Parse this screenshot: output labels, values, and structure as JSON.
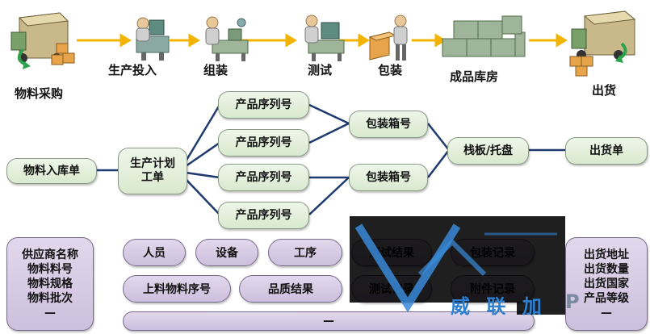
{
  "process": {
    "steps": [
      {
        "label": "物料采购",
        "icon": "delivery-truck-icon"
      },
      {
        "label": "生产投入",
        "icon": "worker-desk-icon"
      },
      {
        "label": "组装",
        "icon": "assembly-worker-icon"
      },
      {
        "label": "测试",
        "icon": "tester-icon"
      },
      {
        "label": "包装",
        "icon": "packing-worker-icon"
      },
      {
        "label": "成品库房",
        "icon": "warehouse-boxes-icon"
      },
      {
        "label": "出货",
        "icon": "shipping-truck-icon"
      }
    ],
    "arrow_color": "#f2b400"
  },
  "trace_tree": {
    "material_in": "物料入库单",
    "work_order": "生产计划\n工单",
    "serials": [
      "产品序列号",
      "产品序列号",
      "产品序列号",
      "产品序列号"
    ],
    "cartons": [
      "包装箱号",
      "包装箱号"
    ],
    "pallet": "栈板/托盘",
    "shipment": "出货单",
    "line_color": "#1f3a6e"
  },
  "info": {
    "supplier_box": [
      "供应商名称",
      "物料料号",
      "物料规格",
      "物料批次",
      "—"
    ],
    "pills": {
      "personnel": "人员",
      "equipment": "设备",
      "process": "工序",
      "material_serial": "上料物料序号",
      "quality": "品质结果",
      "test_result": "测试结果",
      "test_record": "测试记录",
      "pack_record": "包装记录",
      "material_record": "附件记录",
      "bottom_bar": "—"
    },
    "shipping_box": [
      "出货地址",
      "出货数量",
      "出货国家",
      "产品等级",
      "—"
    ]
  },
  "watermark": {
    "text": "威 联 加",
    "suffix": "P"
  },
  "colors": {
    "green_box": "#dbe9d1",
    "purple_box": "#d4c7e2",
    "watermark_blue": "#2d7fd0",
    "watermark_dark": "#000000"
  }
}
